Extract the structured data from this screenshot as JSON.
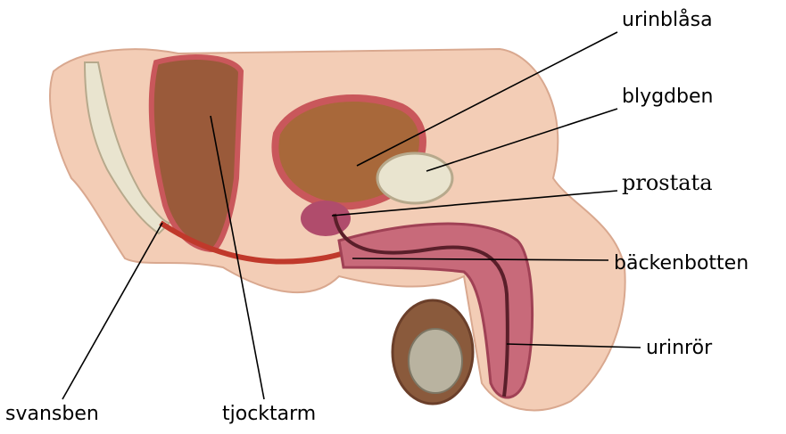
{
  "labels": {
    "urinblasa": "urinblåsa",
    "blygdben": "blygdben",
    "prostata": "prostata",
    "backenbotten": "bäckenbotten",
    "urinror": "urinrör",
    "svansben": "svansben",
    "tjocktarm": "tjocktarm"
  },
  "colors": {
    "skin": "#f3cdb6",
    "muscle": "#c9575b",
    "bladder_lumen": "#a8683a",
    "prostate": "#b04c6c",
    "bone": "#e9e4cf",
    "penis": "#c86a7a",
    "leader_line": "#000000"
  }
}
